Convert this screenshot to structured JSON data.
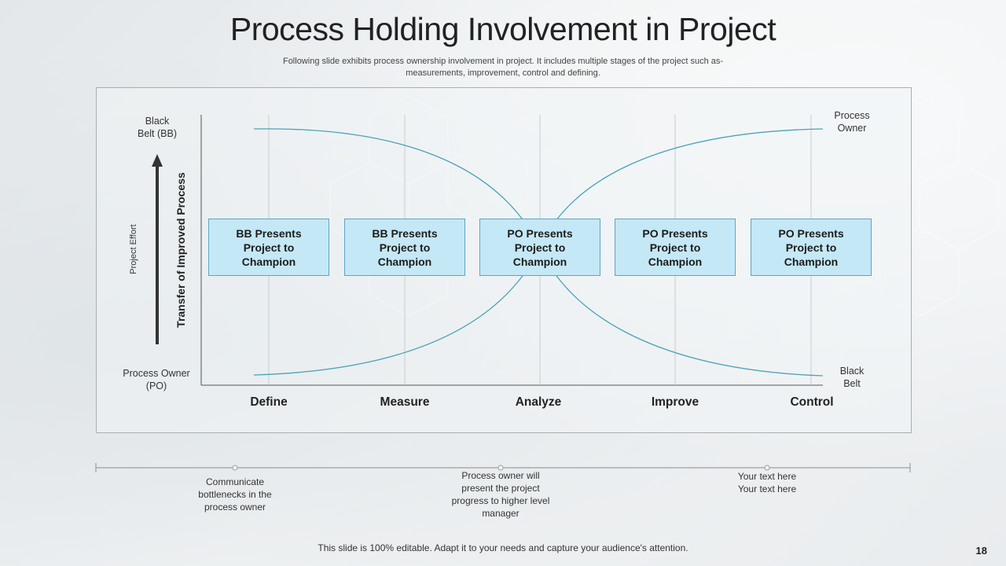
{
  "slide": {
    "title": "Process Holding Involvement in Project",
    "subtitle_line1": "Following slide exhibits process ownership involvement in project. It includes multiple stages of the project such as-",
    "subtitle_line2": "measurements, improvement, control and defining.",
    "footer": "This slide is 100% editable. Adapt it to your needs and capture your audience's attention.",
    "page_number": "18"
  },
  "diagram": {
    "left_top_label_line1": "Black",
    "left_top_label_line2": "Belt (BB)",
    "left_bottom_label_line1": "Process Owner",
    "left_bottom_label_line2": "(PO)",
    "project_effort_label": "Project Effort",
    "transfer_label": "Transfer of Improved Process",
    "right_top_label_line1": "Process",
    "right_top_label_line2": "Owner",
    "right_bottom_label_line1": "Black",
    "right_bottom_label_line2": "Belt",
    "boxes": [
      {
        "label": "BB Presents Project to Champion"
      },
      {
        "label": "BB Presents Project to Champion"
      },
      {
        "label": "PO Presents Project to Champion"
      },
      {
        "label": "PO Presents Project to Champion"
      },
      {
        "label": "PO Presents Project to Champion"
      }
    ],
    "stages": [
      "Define",
      "Measure",
      "Analyze",
      "Improve",
      "Control"
    ],
    "colors": {
      "curve": "#4aa3b8",
      "box_fill": "#c4e8f5",
      "box_border": "#5aa7c4",
      "arrow": "#333333"
    }
  },
  "timeline": {
    "notes": [
      {
        "line1": "Communicate",
        "line2": "bottlenecks in the",
        "line3": "process owner",
        "line4": ""
      },
      {
        "line1": "Process owner will",
        "line2": "present the project",
        "line3": "progress to higher level",
        "line4": "manager"
      },
      {
        "line1": "Your text here",
        "line2": "Your text here",
        "line3": "",
        "line4": ""
      }
    ]
  }
}
